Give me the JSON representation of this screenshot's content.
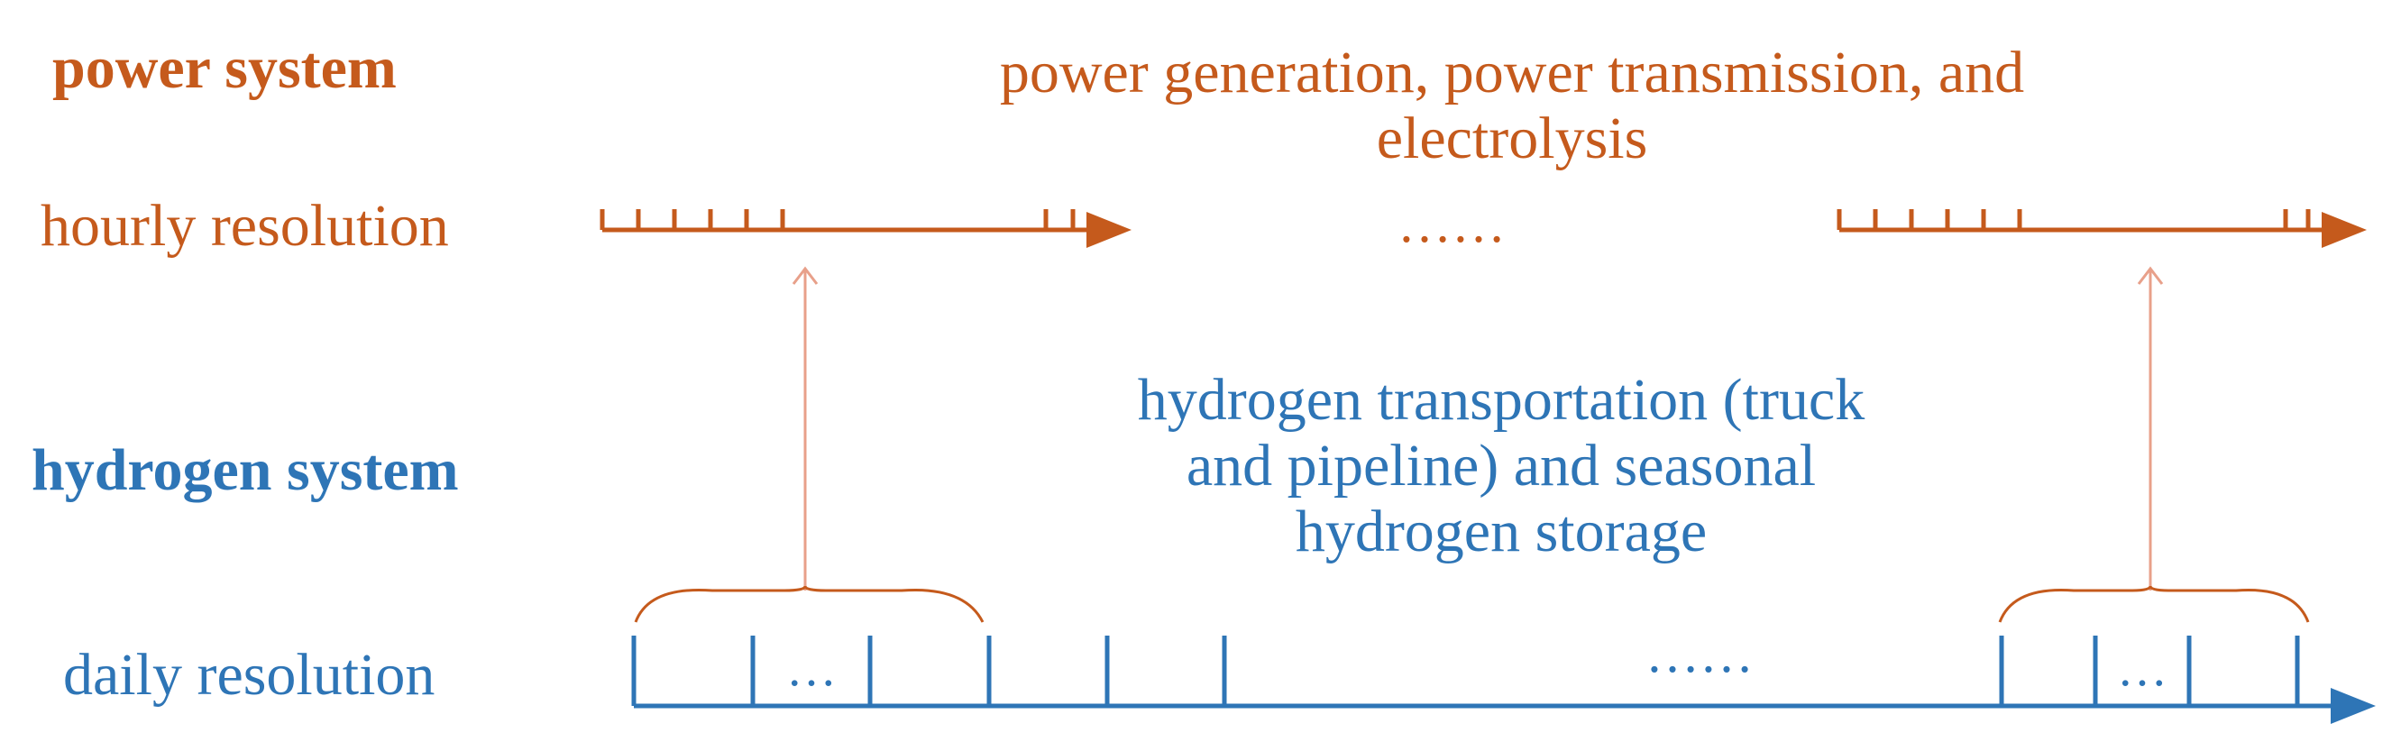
{
  "power": {
    "title": "power system",
    "resolution": "hourly resolution",
    "description_line1": "power generation, power transmission, and",
    "description_line2": "electrolysis",
    "ellipsis": "……"
  },
  "hydrogen": {
    "title": "hydrogen system",
    "resolution": "daily resolution",
    "description_line1": "hydrogen transportation (truck",
    "description_line2": "and pipeline) and seasonal",
    "description_line3": "hydrogen storage",
    "ellipsis": "……",
    "bracket_ellipsis_left": "…",
    "bracket_ellipsis_right": "…"
  },
  "colors": {
    "power": "#C55A1C",
    "hydrogen": "#2E75B6",
    "connector": "#E8A08A"
  }
}
